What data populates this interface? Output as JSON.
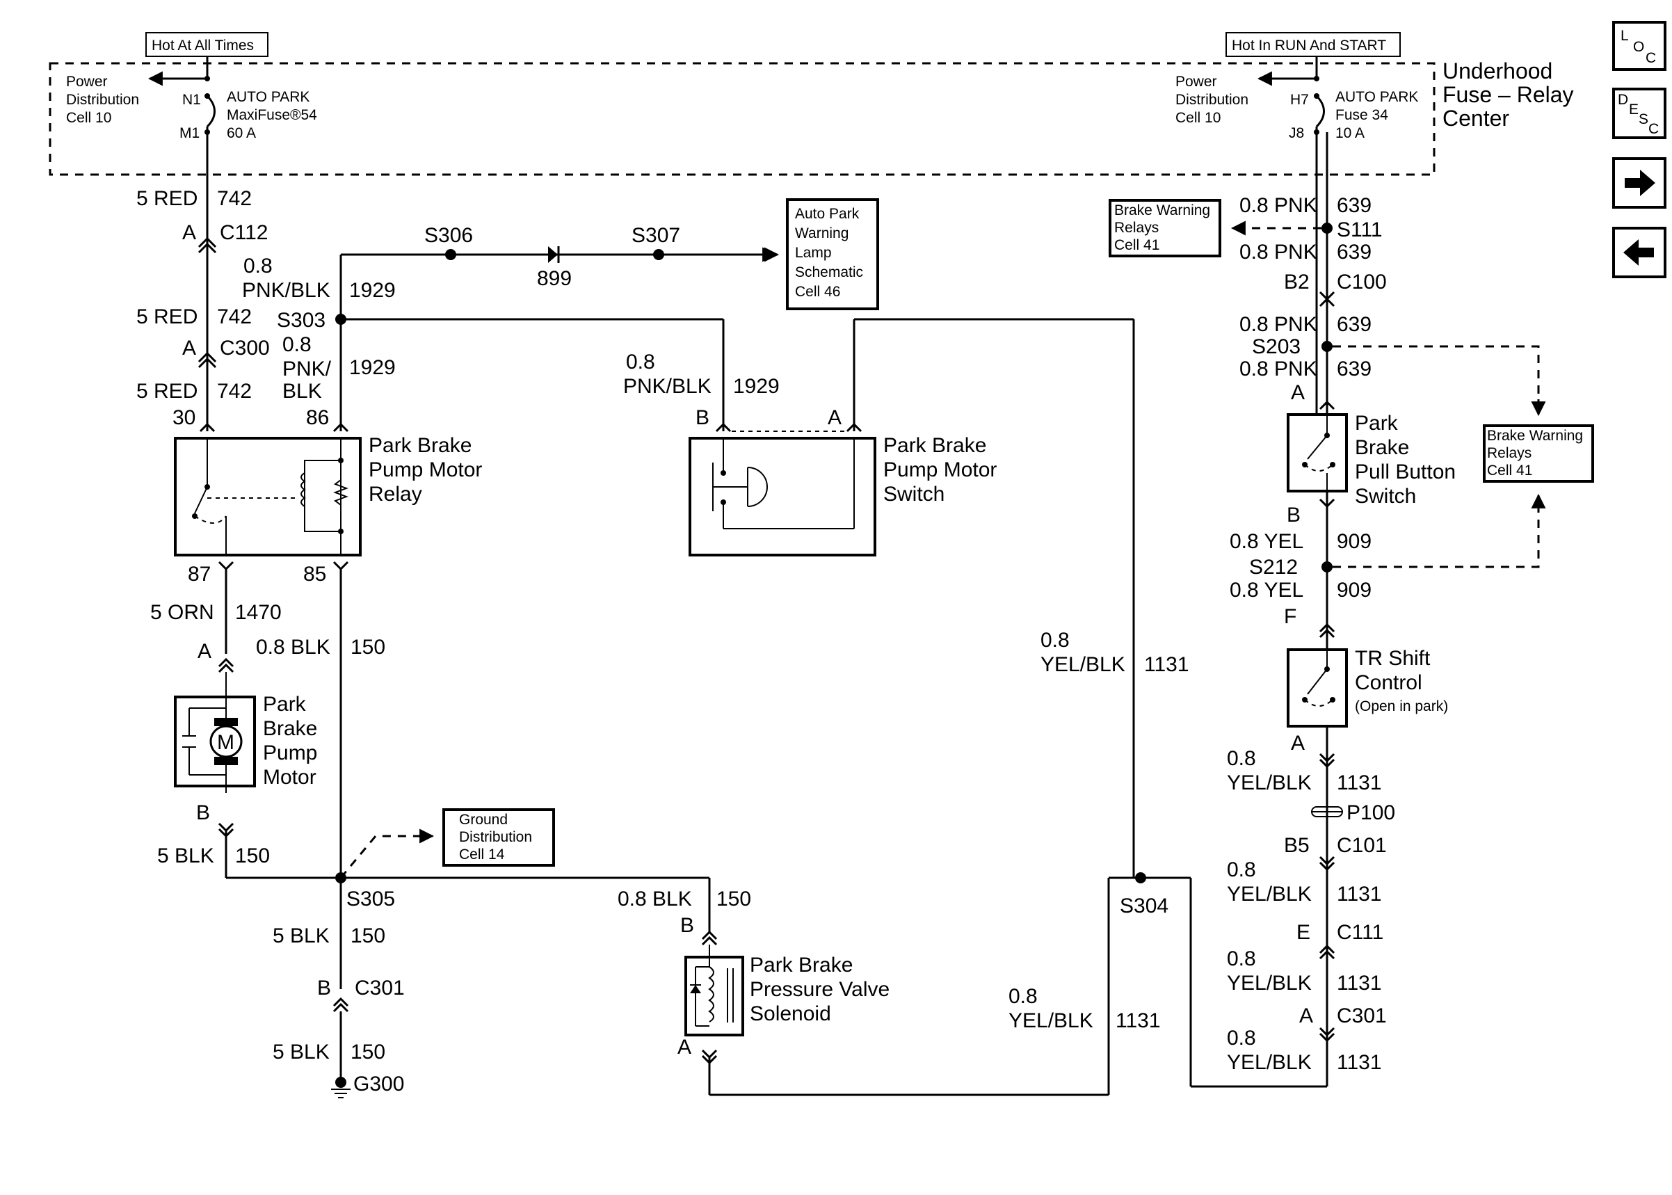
{
  "header": {
    "hot_always": "Hot At All Times",
    "hot_run": "Hot In RUN And START",
    "center_title": [
      "Underhood",
      "Fuse – Relay",
      "Center"
    ]
  },
  "fuses": {
    "left": {
      "pd": [
        "Power",
        "Distribution",
        "Cell 10"
      ],
      "pin_in": "N1",
      "pin_out": "M1",
      "name": [
        "AUTO PARK",
        "MaxiFuse®54",
        "60 A"
      ]
    },
    "right": {
      "pd": [
        "Power",
        "Distribution",
        "Cell 10"
      ],
      "pin_in": "H7",
      "pin_out": "J8",
      "name": [
        "AUTO PARK",
        "Fuse 34",
        "10 A"
      ]
    }
  },
  "nav": {
    "loc": "LOC",
    "desc": "DESC",
    "next": "→",
    "prev": "←"
  },
  "components": {
    "relay": [
      "Park Brake",
      "Pump Motor",
      "Relay"
    ],
    "switch": [
      "Park Brake",
      "Pump Motor",
      "Switch"
    ],
    "motor": [
      "Park",
      "Brake",
      "Pump",
      "Motor"
    ],
    "motor_symbol": "M",
    "solenoid": [
      "Park Brake",
      "Pressure Valve",
      "Solenoid"
    ],
    "pull_switch": [
      "Park",
      "Brake",
      "Pull Button",
      "Switch"
    ],
    "tr_shift": [
      "TR Shift",
      "Control",
      "(Open in park)"
    ]
  },
  "refs": {
    "auto_park_lamp": [
      "Auto Park",
      "Warning",
      "Lamp",
      "Schematic",
      "Cell 46"
    ],
    "brake_relays_1": [
      "Brake Warning",
      "Relays",
      "Cell 41"
    ],
    "brake_relays_2": [
      "Brake Warning",
      "Relays",
      "Cell 41"
    ],
    "ground_dist": [
      "Ground",
      "Distribution",
      "Cell 14"
    ]
  },
  "labels": {
    "w742a": [
      "5 RED",
      "742"
    ],
    "c112": [
      "A",
      "C112"
    ],
    "w1929a": [
      "0.8",
      "PNK/BLK",
      "1929"
    ],
    "s306": "S306",
    "s307": "S307",
    "d899": "899",
    "w742b": [
      "5 RED",
      "742"
    ],
    "s303": "S303",
    "c300": [
      "A",
      "C300"
    ],
    "w1929b": [
      "0.8",
      "PNK/",
      "BLK",
      "1929"
    ],
    "w742c": [
      "5 RED",
      "742"
    ],
    "p30": "30",
    "p86": "86",
    "p87": "87",
    "p85": "85",
    "w1929c": [
      "0.8",
      "PNK/BLK",
      "1929"
    ],
    "swB": "B",
    "swA": "A",
    "w1470": [
      "5 ORN",
      "1470"
    ],
    "motA": "A",
    "w150a": [
      "0.8 BLK",
      "150"
    ],
    "motB": "B",
    "w150b": [
      "5 BLK",
      "150"
    ],
    "s305": "S305",
    "w150c": [
      "5 BLK",
      "150"
    ],
    "c301": [
      "B",
      "C301"
    ],
    "w150d": [
      "5 BLK",
      "150"
    ],
    "g300": "G300",
    "w150e": [
      "0.8 BLK",
      "150"
    ],
    "solB": "B",
    "solA": "A",
    "w1131a": [
      "0.8",
      "YEL/BLK",
      "1131"
    ],
    "s304": "S304",
    "w1131b": [
      "0.8",
      "YEL/BLK",
      "1131"
    ],
    "w639a": [
      "0.8 PNK",
      "639"
    ],
    "s111": "S111",
    "w639b": [
      "0.8 PNK",
      "639"
    ],
    "c100": [
      "B2",
      "C100"
    ],
    "w639c": [
      "0.8 PNK",
      "639"
    ],
    "s203": "S203",
    "w639d": [
      "0.8 PNK",
      "639"
    ],
    "pbA": "A",
    "pbB": "B",
    "w909a": [
      "0.8 YEL",
      "909"
    ],
    "s212": "S212",
    "w909b": [
      "0.8 YEL",
      "909"
    ],
    "trF": "F",
    "trA": "A",
    "w1131c": [
      "0.8",
      "YEL/BLK",
      "1131"
    ],
    "p100": "P100",
    "c101": [
      "B5",
      "C101"
    ],
    "w1131d": [
      "0.8",
      "YEL/BLK",
      "1131"
    ],
    "c111": [
      "E",
      "C111"
    ],
    "w1131e": [
      "0.8",
      "YEL/BLK",
      "1131"
    ],
    "c301r": [
      "A",
      "C301"
    ],
    "w1131f": [
      "0.8",
      "YEL/BLK",
      "1131"
    ]
  }
}
